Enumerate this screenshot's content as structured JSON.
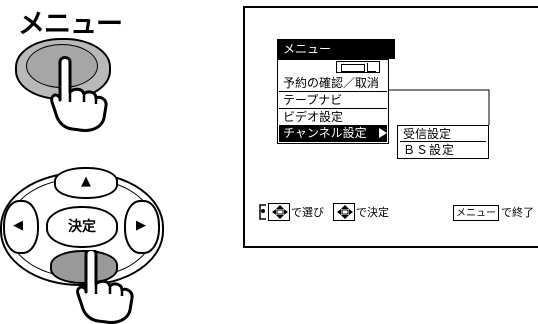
{
  "remote": {
    "menu_label": "メニュー",
    "enter_label": "決定",
    "up_arrow": "▲",
    "left_arrow": "◀",
    "right_arrow": "▶"
  },
  "tv_screen": {
    "menu_title": "メニュー",
    "menu_items": [
      {
        "label": "予約の確認／取消",
        "selected": false
      },
      {
        "label": "テープナビ",
        "selected": false
      },
      {
        "label": "ビデオ設定",
        "selected": false
      },
      {
        "label": "チャンネル設定",
        "selected": true
      }
    ],
    "submenu_items": [
      {
        "label": "受信設定",
        "selected": true
      },
      {
        "label": "ＢＳ設定",
        "selected": false
      }
    ],
    "guide": {
      "select_text": "で選び",
      "confirm_text": "で決定",
      "menu_key": "メニュー",
      "end_text": "で終了"
    }
  }
}
